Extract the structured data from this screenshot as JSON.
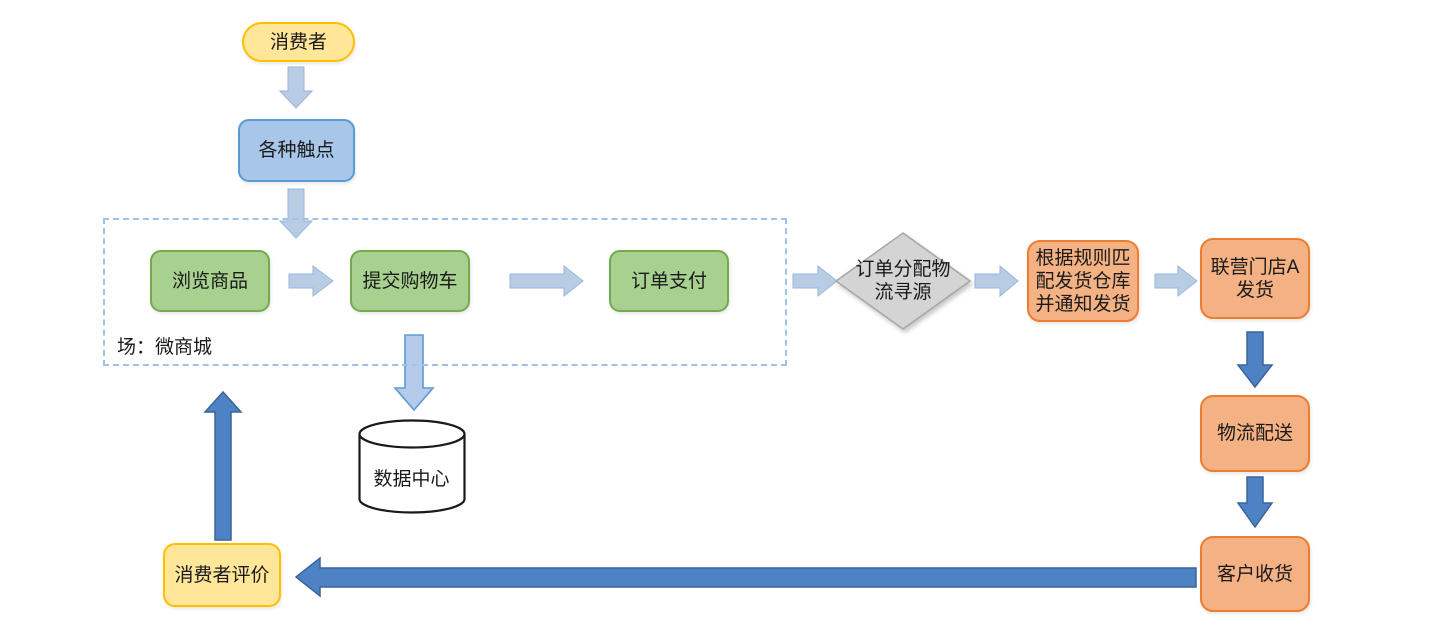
{
  "diagram": {
    "container": {
      "label": "场：微商城"
    },
    "nodes": {
      "consumer": {
        "label": "消费者"
      },
      "touchpoints": {
        "label": "各种触点"
      },
      "browse": {
        "label": "浏览商品"
      },
      "cart": {
        "label": "提交购物车"
      },
      "pay": {
        "label": "订单支付"
      },
      "decision": {
        "label": "订单分配物\n流寻源"
      },
      "match_warehouse": {
        "label": "根据规则匹\n配发货仓库\n并通知发货"
      },
      "store_ship": {
        "label": "联营门店A\n发货"
      },
      "logistics": {
        "label": "物流配送"
      },
      "receive": {
        "label": "客户收货"
      },
      "review": {
        "label": "消费者评价"
      },
      "data_center": {
        "label": "数据中心"
      }
    },
    "colors": {
      "yellow_fill": "#FFE699",
      "yellow_border": "#FDC000",
      "blue_fill": "#A8C6E7",
      "blue_border": "#5B9BD5",
      "green_fill": "#A8D08E",
      "green_border": "#74A94F",
      "orange_fill": "#F4B183",
      "orange_border": "#ED7D31",
      "diamond_fill": "#D4D4D4",
      "diamond_border": "#A6A6A6",
      "arrow_light": "#B8CCE4",
      "arrow_dark": "#4D82C4",
      "dashed_container_border": "#9DC3E6",
      "database_fill": "#FFFFFF",
      "database_border": "#1A1A1A"
    }
  }
}
